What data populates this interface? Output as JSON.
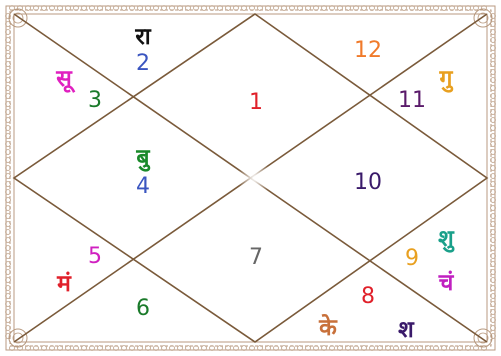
{
  "chart": {
    "houses": [
      {
        "house": "1",
        "color": "#e0202a",
        "planets": []
      },
      {
        "house": "2",
        "color": "#3a55c0",
        "planets": [
          {
            "text": "रा",
            "color": "#111111"
          }
        ]
      },
      {
        "house": "3",
        "color": "#1a7a2a",
        "planets": [
          {
            "text": "सू",
            "color": "#e020c0"
          }
        ]
      },
      {
        "house": "4",
        "color": "#3a55c0",
        "planets": [
          {
            "text": "बु",
            "color": "#1a8a2a"
          }
        ]
      },
      {
        "house": "5",
        "color": "#d020c0",
        "planets": [
          {
            "text": "मं",
            "color": "#e0202a"
          }
        ]
      },
      {
        "house": "6",
        "color": "#1a7a2a",
        "planets": []
      },
      {
        "house": "7",
        "color": "#666666",
        "planets": []
      },
      {
        "house": "8",
        "color": "#e0202a",
        "planets": [
          {
            "text": "के",
            "color": "#c8703a"
          },
          {
            "text": "श",
            "color": "#3a1a6a"
          }
        ]
      },
      {
        "house": "9",
        "color": "#e8a020",
        "planets": [
          {
            "text": "शु",
            "color": "#1aa08a"
          },
          {
            "text": "चं",
            "color": "#c020c0"
          }
        ]
      },
      {
        "house": "10",
        "color": "#3a1a6a",
        "planets": []
      },
      {
        "house": "11",
        "color": "#5a1a6a",
        "planets": [
          {
            "text": "गु",
            "color": "#e8a020"
          }
        ]
      },
      {
        "house": "12",
        "color": "#f07a2a",
        "planets": []
      }
    ],
    "line_color": "#7a5a3a",
    "border_color": "#b89a80"
  }
}
